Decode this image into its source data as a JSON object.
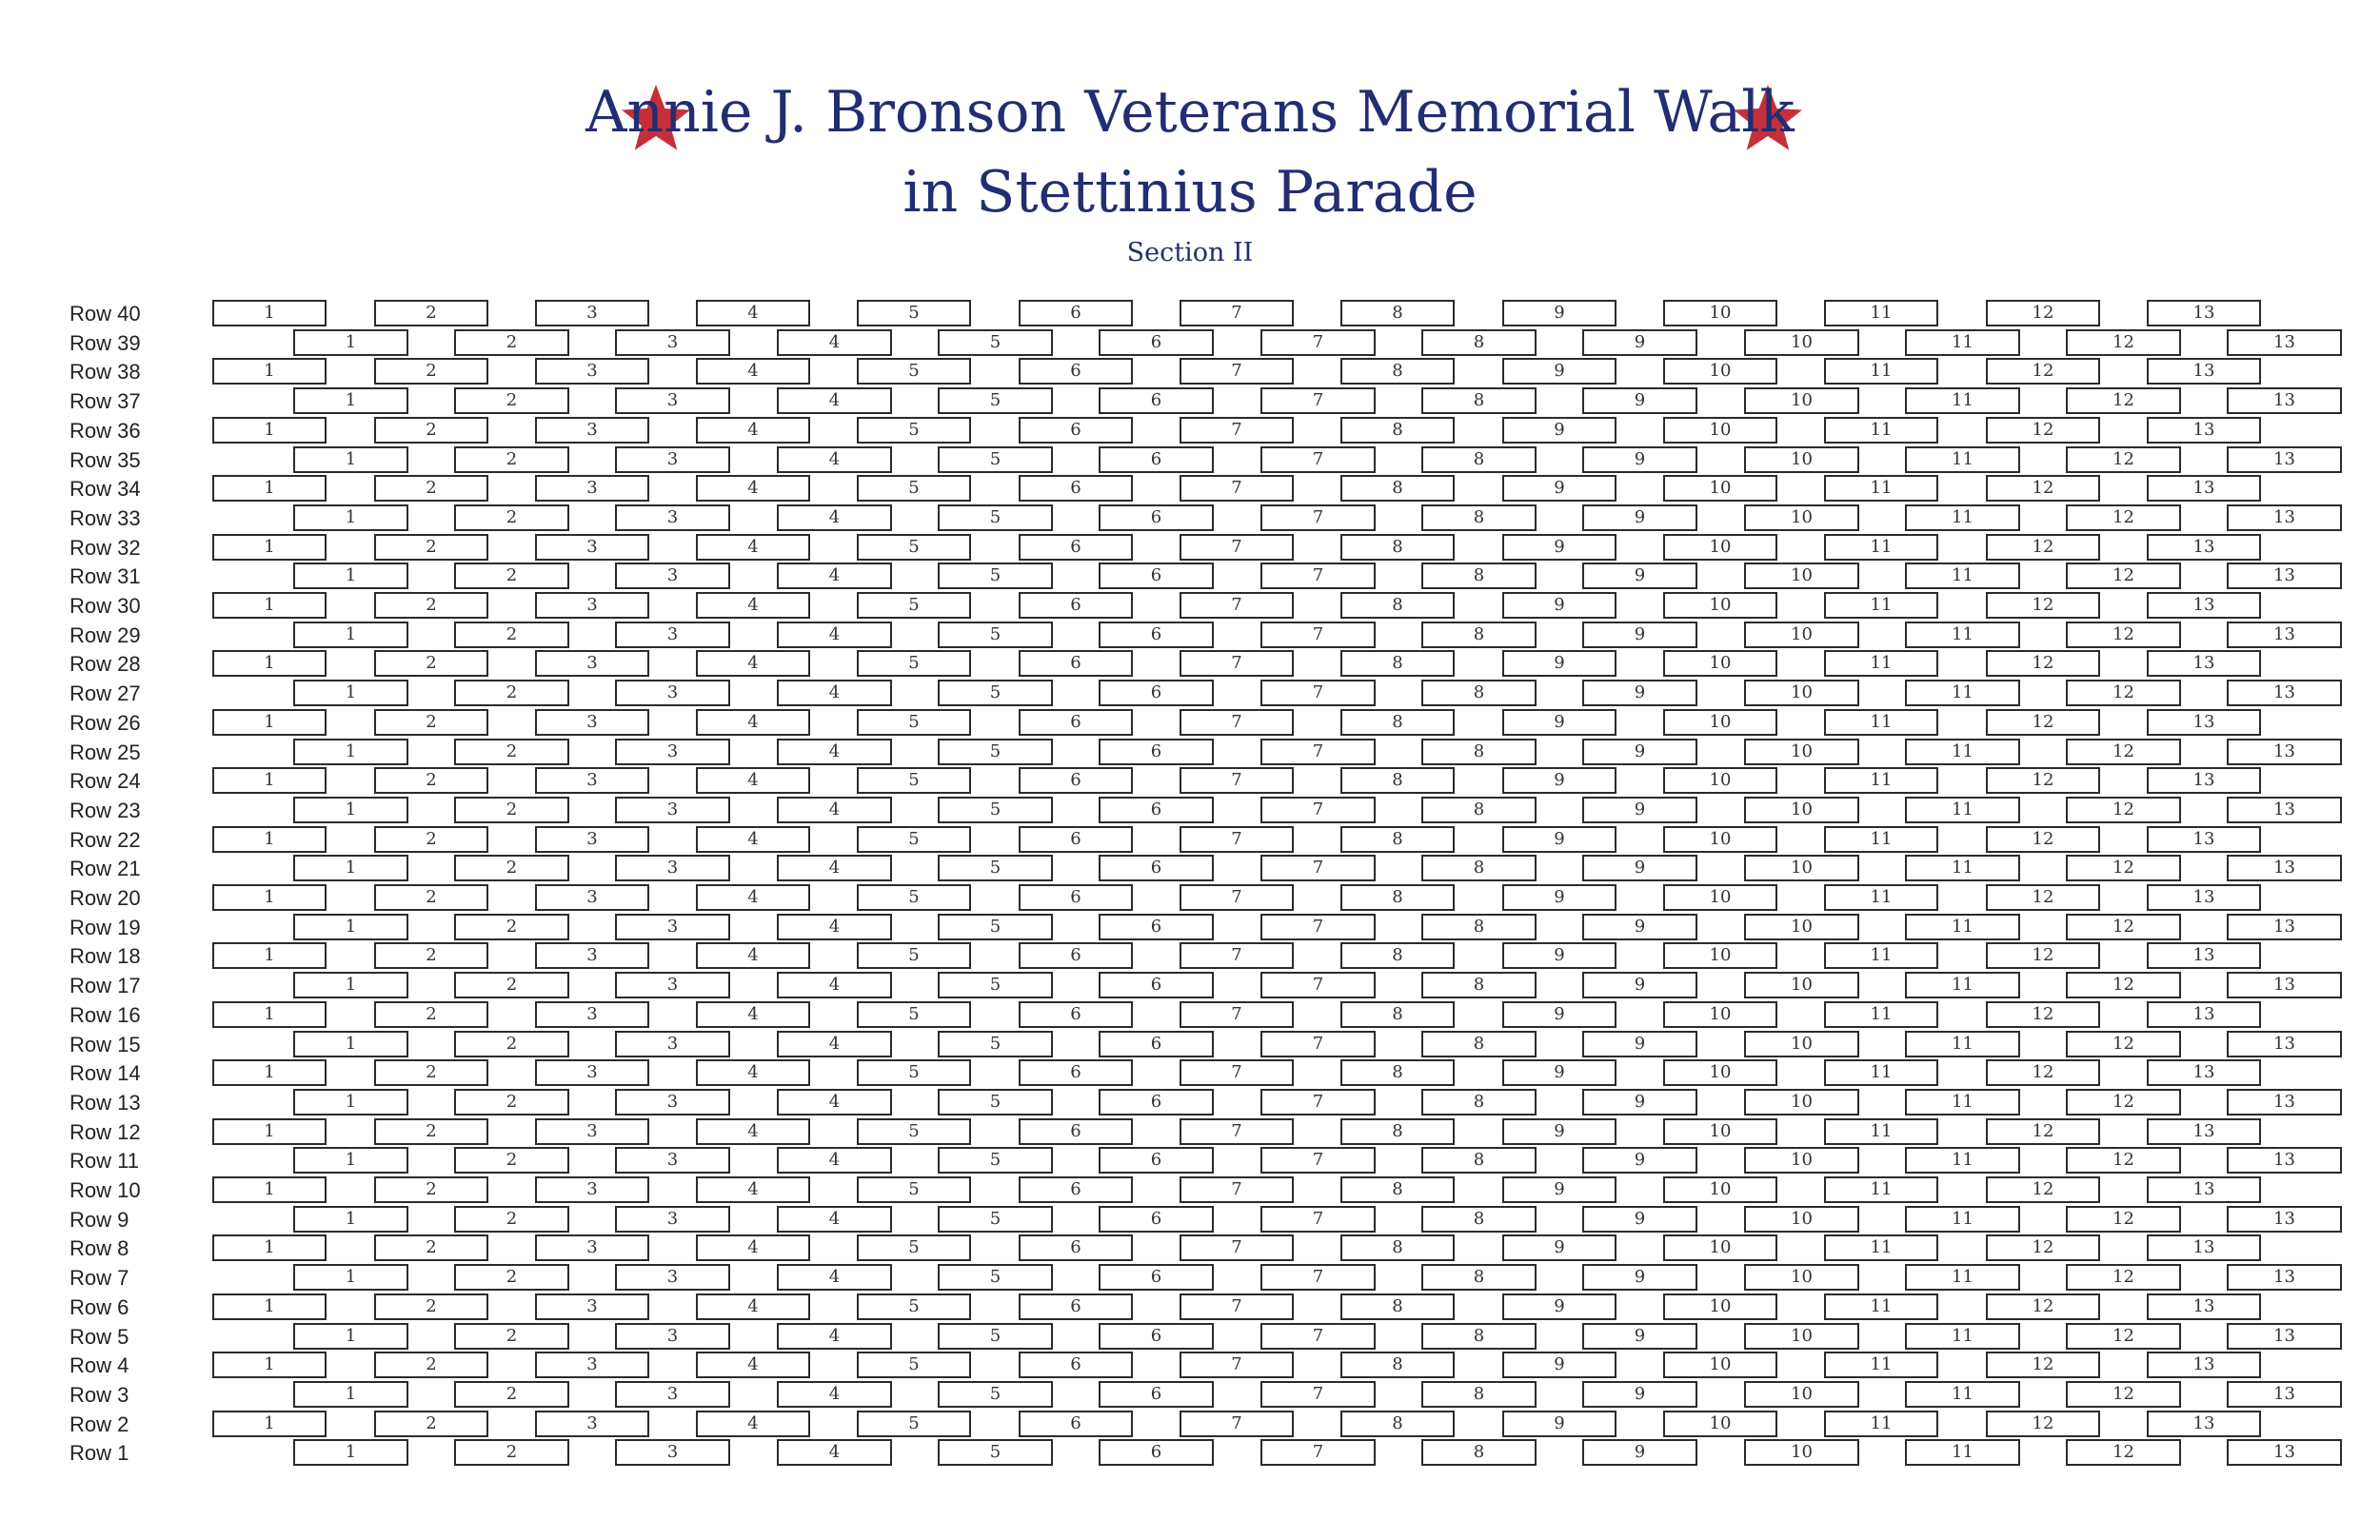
{
  "header": {
    "title_line1": "Annie J. Bronson Veterans Memorial Walk",
    "title_line2": "in Stettinius Parade",
    "subtitle": "Section II",
    "star_color": "#c62f3a",
    "title_color": "#232d72"
  },
  "rows": [
    {
      "label": "Row 40",
      "bricks": [
        "1",
        "2",
        "3",
        "4",
        "5",
        "6",
        "7",
        "8",
        "9",
        "10",
        "11",
        "12",
        "13"
      ]
    },
    {
      "label": "Row 39",
      "bricks": [
        "1",
        "2",
        "3",
        "4",
        "5",
        "6",
        "7",
        "8",
        "9",
        "10",
        "11",
        "12",
        "13"
      ]
    },
    {
      "label": "Row 38",
      "bricks": [
        "1",
        "2",
        "3",
        "4",
        "5",
        "6",
        "7",
        "8",
        "9",
        "10",
        "11",
        "12",
        "13"
      ]
    },
    {
      "label": "Row 37",
      "bricks": [
        "1",
        "2",
        "3",
        "4",
        "5",
        "6",
        "7",
        "8",
        "9",
        "10",
        "11",
        "12",
        "13"
      ]
    },
    {
      "label": "Row 36",
      "bricks": [
        "1",
        "2",
        "3",
        "4",
        "5",
        "6",
        "7",
        "8",
        "9",
        "10",
        "11",
        "12",
        "13"
      ]
    },
    {
      "label": "Row 35",
      "bricks": [
        "1",
        "2",
        "3",
        "4",
        "5",
        "6",
        "7",
        "8",
        "9",
        "10",
        "11",
        "12",
        "13"
      ]
    },
    {
      "label": "Row 34",
      "bricks": [
        "1",
        "2",
        "3",
        "4",
        "5",
        "6",
        "7",
        "8",
        "9",
        "10",
        "11",
        "12",
        "13"
      ]
    },
    {
      "label": "Row 33",
      "bricks": [
        "1",
        "2",
        "3",
        "4",
        "5",
        "6",
        "7",
        "8",
        "9",
        "10",
        "11",
        "12",
        "13"
      ]
    },
    {
      "label": "Row 32",
      "bricks": [
        "1",
        "2",
        "3",
        "4",
        "5",
        "6",
        "7",
        "8",
        "9",
        "10",
        "11",
        "12",
        "13"
      ]
    },
    {
      "label": "Row 31",
      "bricks": [
        "1",
        "2",
        "3",
        "4",
        "5",
        "6",
        "7",
        "8",
        "9",
        "10",
        "11",
        "12",
        "13"
      ]
    },
    {
      "label": "Row 30",
      "bricks": [
        "1",
        "2",
        "3",
        "4",
        "5",
        "6",
        "7",
        "8",
        "9",
        "10",
        "11",
        "12",
        "13"
      ]
    },
    {
      "label": "Row 29",
      "bricks": [
        "1",
        "2",
        "3",
        "4",
        "5",
        "6",
        "7",
        "8",
        "9",
        "10",
        "11",
        "12",
        "13"
      ]
    },
    {
      "label": "Row 28",
      "bricks": [
        "1",
        "2",
        "3",
        "4",
        "5",
        "6",
        "7",
        "8",
        "9",
        "10",
        "11",
        "12",
        "13"
      ]
    },
    {
      "label": "Row 27",
      "bricks": [
        "1",
        "2",
        "3",
        "4",
        "5",
        "6",
        "7",
        "8",
        "9",
        "10",
        "11",
        "12",
        "13"
      ]
    },
    {
      "label": "Row 26",
      "bricks": [
        "1",
        "2",
        "3",
        "4",
        "5",
        "6",
        "7",
        "8",
        "9",
        "10",
        "11",
        "12",
        "13"
      ]
    },
    {
      "label": "Row 25",
      "bricks": [
        "1",
        "2",
        "3",
        "4",
        "5",
        "6",
        "7",
        "8",
        "9",
        "10",
        "11",
        "12",
        "13"
      ]
    },
    {
      "label": "Row 24",
      "bricks": [
        "1",
        "2",
        "3",
        "4",
        "5",
        "6",
        "7",
        "8",
        "9",
        "10",
        "11",
        "12",
        "13"
      ]
    },
    {
      "label": "Row 23",
      "bricks": [
        "1",
        "2",
        "3",
        "4",
        "5",
        "6",
        "7",
        "8",
        "9",
        "10",
        "11",
        "12",
        "13"
      ]
    },
    {
      "label": "Row 22",
      "bricks": [
        "1",
        "2",
        "3",
        "4",
        "5",
        "6",
        "7",
        "8",
        "9",
        "10",
        "11",
        "12",
        "13"
      ]
    },
    {
      "label": "Row 21",
      "bricks": [
        "1",
        "2",
        "3",
        "4",
        "5",
        "6",
        "7",
        "8",
        "9",
        "10",
        "11",
        "12",
        "13"
      ]
    },
    {
      "label": "Row 20",
      "bricks": [
        "1",
        "2",
        "3",
        "4",
        "5",
        "6",
        "7",
        "8",
        "9",
        "10",
        "11",
        "12",
        "13"
      ]
    },
    {
      "label": "Row 19",
      "bricks": [
        "1",
        "2",
        "3",
        "4",
        "5",
        "6",
        "7",
        "8",
        "9",
        "10",
        "11",
        "12",
        "13"
      ]
    },
    {
      "label": "Row 18",
      "bricks": [
        "1",
        "2",
        "3",
        "4",
        "5",
        "6",
        "7",
        "8",
        "9",
        "10",
        "11",
        "12",
        "13"
      ]
    },
    {
      "label": "Row 17",
      "bricks": [
        "1",
        "2",
        "3",
        "4",
        "5",
        "6",
        "7",
        "8",
        "9",
        "10",
        "11",
        "12",
        "13"
      ]
    },
    {
      "label": "Row 16",
      "bricks": [
        "1",
        "2",
        "3",
        "4",
        "5",
        "6",
        "7",
        "8",
        "9",
        "10",
        "11",
        "12",
        "13"
      ]
    },
    {
      "label": "Row 15",
      "bricks": [
        "1",
        "2",
        "3",
        "4",
        "5",
        "6",
        "7",
        "8",
        "9",
        "10",
        "11",
        "12",
        "13"
      ]
    },
    {
      "label": "Row 14",
      "bricks": [
        "1",
        "2",
        "3",
        "4",
        "5",
        "6",
        "7",
        "8",
        "9",
        "10",
        "11",
        "12",
        "13"
      ]
    },
    {
      "label": "Row 13",
      "bricks": [
        "1",
        "2",
        "3",
        "4",
        "5",
        "6",
        "7",
        "8",
        "9",
        "10",
        "11",
        "12",
        "13"
      ]
    },
    {
      "label": "Row 12",
      "bricks": [
        "1",
        "2",
        "3",
        "4",
        "5",
        "6",
        "7",
        "8",
        "9",
        "10",
        "11",
        "12",
        "13"
      ]
    },
    {
      "label": "Row 11",
      "bricks": [
        "1",
        "2",
        "3",
        "4",
        "5",
        "6",
        "7",
        "8",
        "9",
        "10",
        "11",
        "12",
        "13"
      ]
    },
    {
      "label": "Row 10",
      "bricks": [
        "1",
        "2",
        "3",
        "4",
        "5",
        "6",
        "7",
        "8",
        "9",
        "10",
        "11",
        "12",
        "13"
      ]
    },
    {
      "label": "Row 9",
      "bricks": [
        "1",
        "2",
        "3",
        "4",
        "5",
        "6",
        "7",
        "8",
        "9",
        "10",
        "11",
        "12",
        "13"
      ]
    },
    {
      "label": "Row 8",
      "bricks": [
        "1",
        "2",
        "3",
        "4",
        "5",
        "6",
        "7",
        "8",
        "9",
        "10",
        "11",
        "12",
        "13"
      ]
    },
    {
      "label": "Row 7",
      "bricks": [
        "1",
        "2",
        "3",
        "4",
        "5",
        "6",
        "7",
        "8",
        "9",
        "10",
        "11",
        "12",
        "13"
      ]
    },
    {
      "label": "Row 6",
      "bricks": [
        "1",
        "2",
        "3",
        "4",
        "5",
        "6",
        "7",
        "8",
        "9",
        "10",
        "11",
        "12",
        "13"
      ]
    },
    {
      "label": "Row 5",
      "bricks": [
        "1",
        "2",
        "3",
        "4",
        "5",
        "6",
        "7",
        "8",
        "9",
        "10",
        "11",
        "12",
        "13"
      ]
    },
    {
      "label": "Row 4",
      "bricks": [
        "1",
        "2",
        "3",
        "4",
        "5",
        "6",
        "7",
        "8",
        "9",
        "10",
        "11",
        "12",
        "13"
      ]
    },
    {
      "label": "Row 3",
      "bricks": [
        "1",
        "2",
        "3",
        "4",
        "5",
        "6",
        "7",
        "8",
        "9",
        "10",
        "11",
        "12",
        "13"
      ]
    },
    {
      "label": "Row 2",
      "bricks": [
        "1",
        "2",
        "3",
        "4",
        "5",
        "6",
        "7",
        "8",
        "9",
        "10",
        "11",
        "12",
        "13"
      ]
    },
    {
      "label": "Row 1",
      "bricks": [
        "1",
        "2",
        "3",
        "4",
        "5",
        "6",
        "7",
        "8",
        "9",
        "10",
        "11",
        "12",
        "13"
      ]
    }
  ]
}
